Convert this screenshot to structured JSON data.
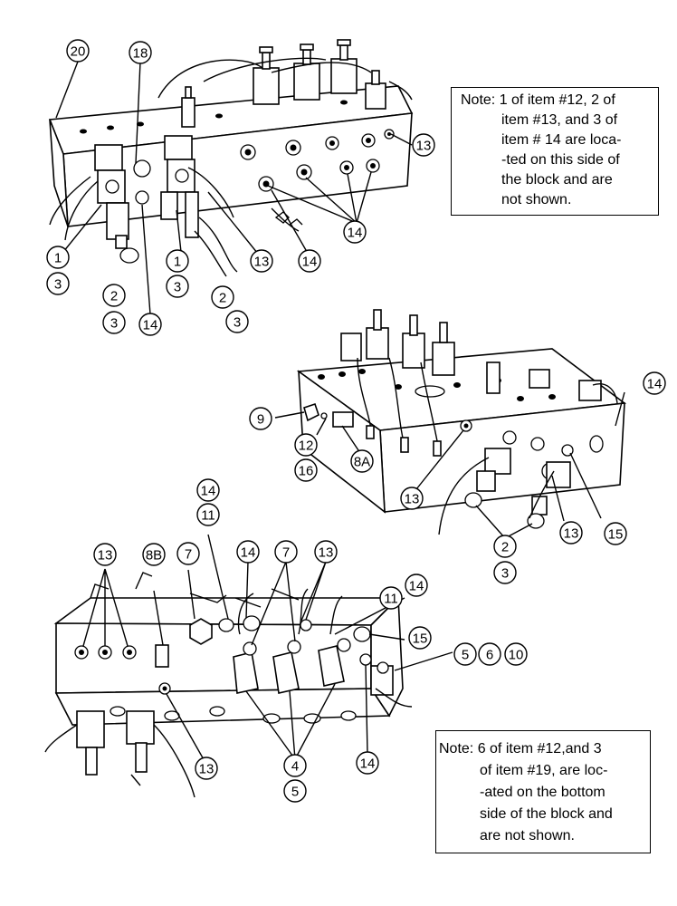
{
  "callouts": {
    "c20": "20",
    "c18": "18",
    "c13a": "13",
    "c14a": "14",
    "c1a": "1",
    "c3a": "3",
    "c2a": "2",
    "c3b": "3",
    "c14b": "14",
    "c1b": "1",
    "c3c": "3",
    "c13b": "13",
    "c2b": "2",
    "c3d": "3",
    "c14c": "14",
    "c14d": "14",
    "c9": "9",
    "c12": "12",
    "c16": "16",
    "c8a": "8A",
    "c13c": "13",
    "c13d": "13",
    "c15a": "15",
    "c2c": "2",
    "c3e": "3",
    "c14e": "14",
    "c11a": "11",
    "c13e": "13",
    "c8b": "8B",
    "c7a": "7",
    "c14f": "14",
    "c7b": "7",
    "c13f": "13",
    "c14g": "14",
    "c11b": "11",
    "c15b": "15",
    "c5a": "5",
    "c6": "6",
    "c10": "10",
    "c4": "4",
    "c5b": "5",
    "c14h": "14",
    "c13g": "13"
  },
  "notes": {
    "top": {
      "line1": "Note: 1 of item #12, 2 of",
      "line2": "item #13, and 3 of",
      "line3": "item # 14 are loca-",
      "line4": "-ted on this side of",
      "line5": "the block and are",
      "line6": "not shown."
    },
    "bottom": {
      "line1": "Note: 6 of item #12,and 3",
      "line2": "of item #19, are loc-",
      "line3": "-ated on the bottom",
      "line4": "side of the block and",
      "line5": "are not shown."
    }
  }
}
